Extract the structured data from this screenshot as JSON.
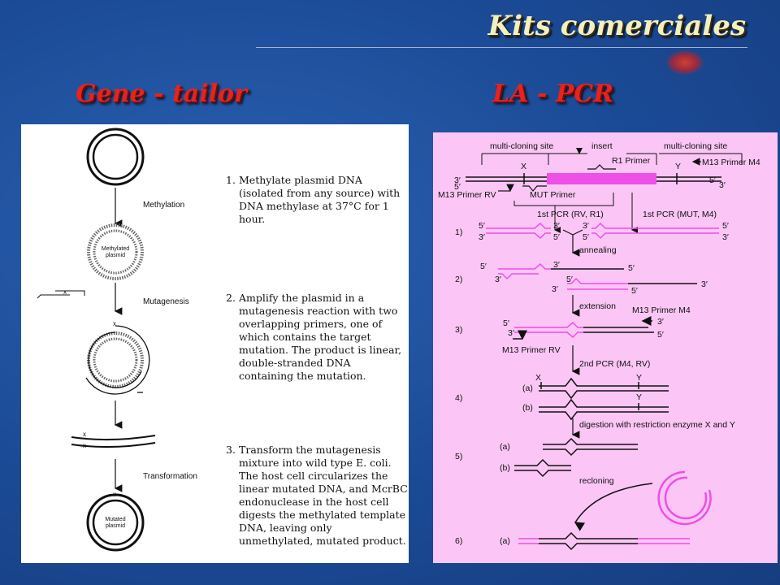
{
  "title": "Kits comerciales",
  "left_heading": "Gene - tailor",
  "right_heading": "LA - PCR",
  "gene_tailor": {
    "labels": {
      "methylation": "Methylation",
      "methylated_plasmid": [
        "Methylated",
        "plasmid"
      ],
      "mutagenesis": "Mutagenesis",
      "transformation": "Transformation",
      "mutated_plasmid": [
        "Mutated",
        "plasmid"
      ]
    },
    "steps": [
      {
        "num": "1.",
        "lines": [
          "Methylate plasmid DNA",
          "(isolated from any source) with",
          "DNA methylase at 37°C for 1",
          "hour."
        ]
      },
      {
        "num": "2.",
        "lines": [
          "Amplify the plasmid in a",
          "mutagenesis reaction with two",
          "overlapping primers, one of",
          "which contains the target",
          "mutation. The product is linear,",
          "double-stranded DNA",
          "containing the mutation."
        ]
      },
      {
        "num": "3.",
        "lines": [
          "Transform the mutagenesis",
          "mixture into wild type E. coli.",
          "The host cell circularizes the",
          "linear mutated DNA, and McrBC",
          "endonuclease in the host cell",
          "digests the methylated template",
          "DNA, leaving only",
          "unmethylated, mutated product."
        ]
      }
    ]
  },
  "la_pcr": {
    "multi_cloning_site": "multi-cloning site",
    "insert": "insert",
    "r1_primer": "R1 Primer",
    "m13_primer_m4": "M13 Primer M4",
    "m13_primer_rv": "M13 Primer RV",
    "mut_primer": "MUT Primer",
    "site_x": "X",
    "site_y": "Y",
    "end_3": "3′",
    "end_5": "5′",
    "first_pcr_rv_r1": "1st PCR (RV, R1)",
    "first_pcr_mut_m4": "1st PCR (MUT, M4)",
    "annealing": "annealing",
    "extension": "extension",
    "second_pcr": "2nd PCR (M4, RV)",
    "digestion": "digestion with restriction enzyme X and Y",
    "recloning": "recloning",
    "step_labels": [
      "1)",
      "2)",
      "3)",
      "4)",
      "5)",
      "6)"
    ],
    "label_a": "(a)",
    "label_b": "(b)"
  },
  "colors": {
    "background": "#1d4f9c",
    "title": "#f3f0c0",
    "heading_red": "#e8221e",
    "pcr_panel": "#fbc6f5",
    "pink_dna": "#ee4fe6"
  }
}
